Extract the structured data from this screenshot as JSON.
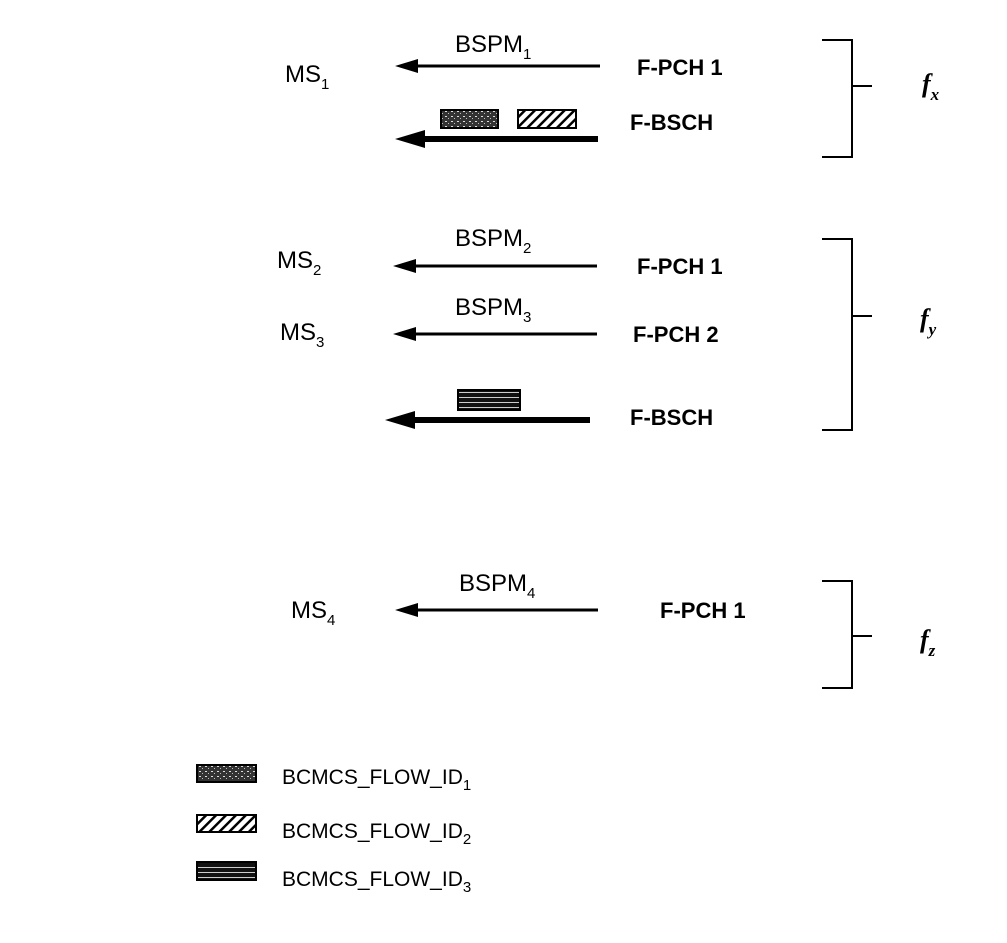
{
  "groups": [
    {
      "frequency": {
        "label": "f",
        "sub": "x"
      },
      "rows": [
        {
          "ms": {
            "label": "MS",
            "sub": "1"
          },
          "message": {
            "label": "BSPM",
            "sub": "1"
          },
          "channel": "F-PCH 1"
        },
        {
          "channel": "F-BSCH",
          "flows": [
            "BCMCS_FLOW_ID_1",
            "BCMCS_FLOW_ID_2"
          ]
        }
      ]
    },
    {
      "frequency": {
        "label": "f",
        "sub": "y"
      },
      "rows": [
        {
          "ms": {
            "label": "MS",
            "sub": "2"
          },
          "message": {
            "label": "BSPM",
            "sub": "2"
          },
          "channel": "F-PCH 1"
        },
        {
          "ms": {
            "label": "MS",
            "sub": "3"
          },
          "message": {
            "label": "BSPM",
            "sub": "3"
          },
          "channel": "F-PCH 2"
        },
        {
          "channel": "F-BSCH",
          "flows": [
            "BCMCS_FLOW_ID_3"
          ]
        }
      ]
    },
    {
      "frequency": {
        "label": "f",
        "sub": "z"
      },
      "rows": [
        {
          "ms": {
            "label": "MS",
            "sub": "4"
          },
          "message": {
            "label": "BSPM",
            "sub": "4"
          },
          "channel": "F-PCH 1"
        }
      ]
    }
  ],
  "legend": [
    {
      "label": "BCMCS_FLOW_ID",
      "sub": "1",
      "pattern": "dotted"
    },
    {
      "label": "BCMCS_FLOW_ID",
      "sub": "2",
      "pattern": "hatched"
    },
    {
      "label": "BCMCS_FLOW_ID",
      "sub": "3",
      "pattern": "striped"
    }
  ]
}
